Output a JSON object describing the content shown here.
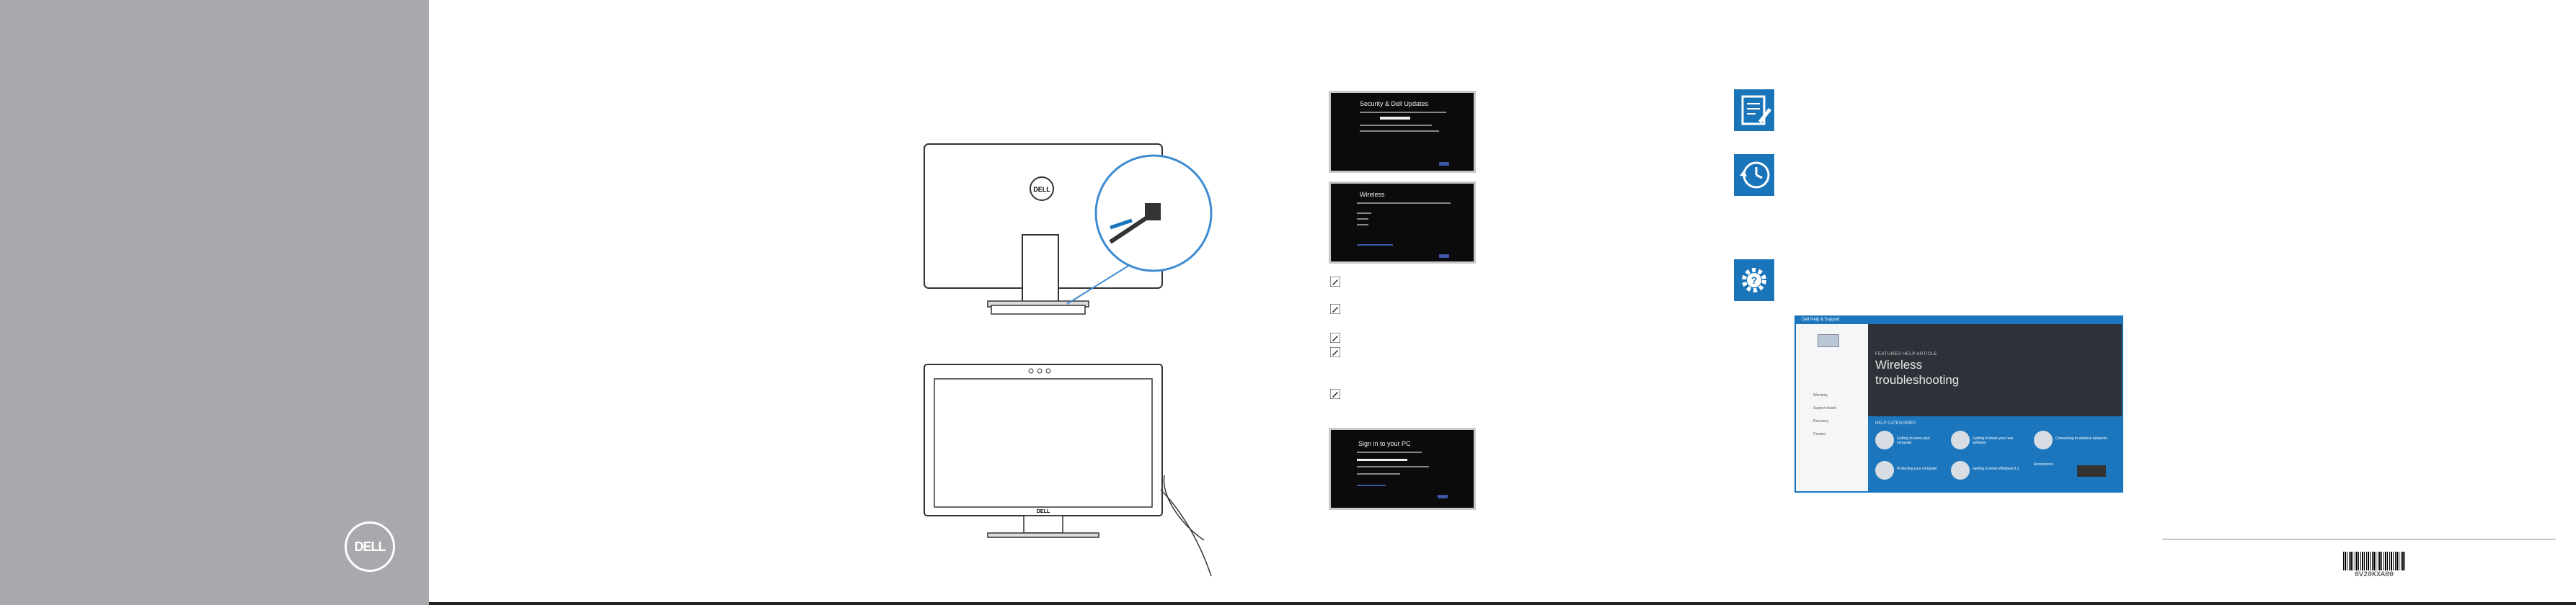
{
  "brand": {
    "logo_text": "DELL"
  },
  "screens": {
    "security": {
      "title": "Security & Dell Updates"
    },
    "wireless": {
      "title": "Wireless"
    },
    "signin": {
      "title": "Sign in to your PC"
    }
  },
  "support_assist": {
    "window_title": "Dell Help & Support",
    "hero_kicker": "FEATURED HELP ARTICLE",
    "hero_title_line1": "Wireless",
    "hero_title_line2": "troubleshooting",
    "help_categories_label": "HELP CATEGORIES",
    "categories": [
      "Getting to know your computer",
      "Getting to know your new software",
      "Connecting to wireless networks",
      "Protecting your computer",
      "Getting to know Windows 8.1",
      "Accessories"
    ],
    "sidebar_items": [
      "Warranty",
      "Support Assist",
      "Recovery",
      "Contact"
    ]
  },
  "barcode": {
    "text": "0V20KXA00"
  },
  "colors": {
    "panel_gray": "#a7a9ac",
    "feature_blue": "#1a74b9"
  }
}
